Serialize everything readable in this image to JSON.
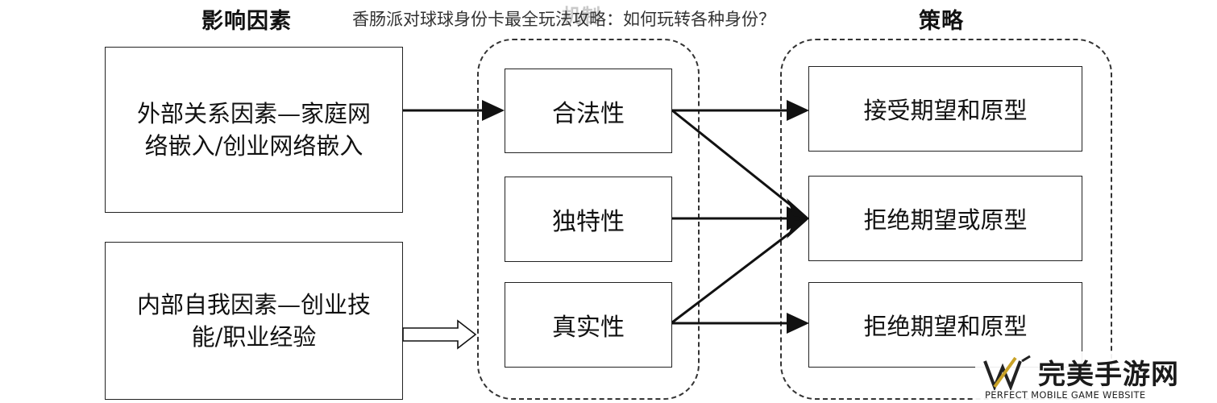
{
  "overlay_title": "香肠派对球球身份卡最全玩法攻略：如何玩转各种身份？",
  "overlay_ghost": "机制",
  "headers": {
    "factors": "影响因素",
    "strategies": "策略"
  },
  "factors": [
    "外部关系因素—家庭网络嵌入/创业网络嵌入",
    "内部自我因素—创业技能/职业经验"
  ],
  "mechanisms": [
    "合法性",
    "独特性",
    "真实性"
  ],
  "strategies": [
    "接受期望和原型",
    "拒绝期望或原型",
    "拒绝期望和原型"
  ],
  "watermark": {
    "name": "完美手游网",
    "subtitle": "PERFECT MOBILE GAME WEBSITE"
  }
}
